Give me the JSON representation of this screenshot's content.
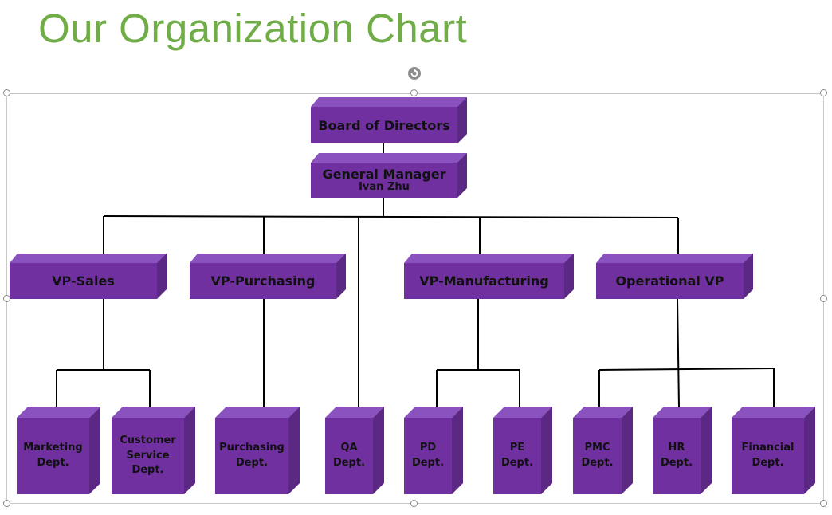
{
  "title": "Our Organization Chart",
  "colors": {
    "title": "#70ad47",
    "box": "#7030a0",
    "box_top": "#8a52bf",
    "box_side": "#5b2884",
    "line": "#000000"
  },
  "nodes": {
    "board": {
      "label": "Board of Directors"
    },
    "gm": {
      "label": "General Manager",
      "sub": "Ivan Zhu"
    },
    "vp_sales": {
      "label": "VP-Sales"
    },
    "vp_purchasing": {
      "label": "VP-Purchasing"
    },
    "vp_manufacturing": {
      "label": "VP-Manufacturing"
    },
    "vp_operational": {
      "label": "Operational VP"
    },
    "marketing": {
      "line1": "Marketing",
      "line2": "Dept."
    },
    "customer_service": {
      "line1": "Customer",
      "line2": "Service",
      "line3": "Dept."
    },
    "purchasing_dept": {
      "line1": "Purchasing",
      "line2": "Dept."
    },
    "qa": {
      "line1": "QA",
      "line2": "Dept."
    },
    "pd": {
      "line1": "PD",
      "line2": "Dept."
    },
    "pe": {
      "line1": "PE",
      "line2": "Dept."
    },
    "pmc": {
      "line1": "PMC",
      "line2": "Dept."
    },
    "hr": {
      "line1": "HR",
      "line2": "Dept."
    },
    "financial": {
      "line1": "Financial",
      "line2": "Dept."
    }
  }
}
